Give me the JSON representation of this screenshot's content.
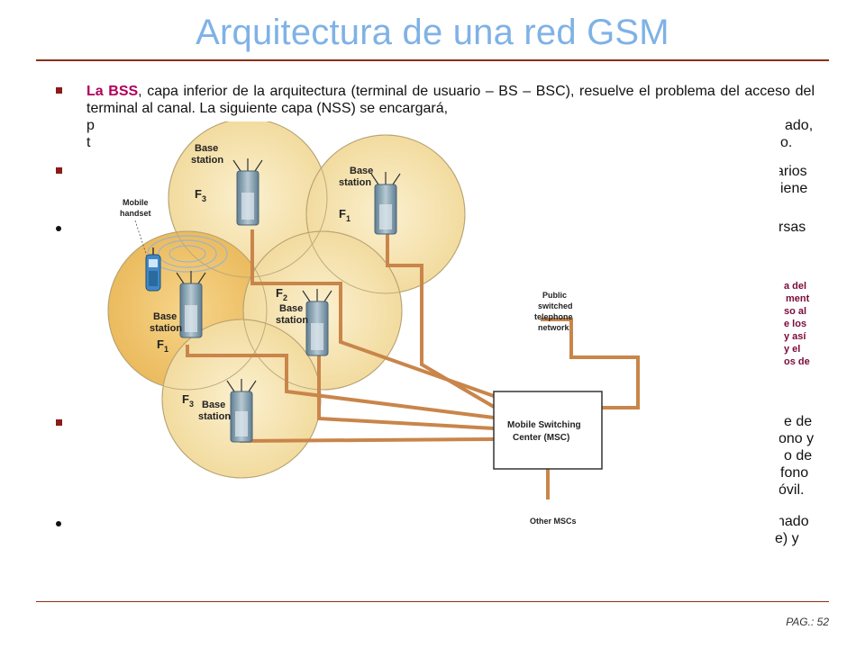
{
  "slide": {
    "title": "Arquitectura de una red GSM",
    "page_label": "PAG.: 52"
  },
  "paragraphs": {
    "bss_prefix": "La BSS",
    "bss_text": ", capa inferior de la arquitectura (terminal de usuario – BS – BSC), resuelve el problema del acceso del terminal al canal. La siguiente capa (NSS) se encargará,",
    "line3_tail": "ado,",
    "line4_tail": "o.",
    "p2_l1_tail": "arios",
    "p2_l2_tail": "iene",
    "p3_l1_tail": "rsas",
    "p4_l1_tail": "e de",
    "p4_l2_tail": "ono y",
    "p4_l3_tail": "o de",
    "p4_l4_tail": "fono",
    "p4_l5_tail": "óvil.",
    "p5_l1_tail": "nado",
    "p5_l2_tail": "e) y",
    "side_note": [
      "a del",
      "ment",
      "so al",
      "e los",
      "y así",
      "y el",
      "os de"
    ]
  },
  "diagram": {
    "cells": [
      {
        "label_l1": "Base",
        "label_l2": "station",
        "freq": "F",
        "sub": "3"
      },
      {
        "label_l1": "Base",
        "label_l2": "station",
        "freq": "F",
        "sub": "1"
      },
      {
        "label_l1": "Base",
        "label_l2": "station",
        "freq": "F",
        "sub": "1"
      },
      {
        "label_l1": "Base",
        "label_l2": "station",
        "freq": "F",
        "sub": "2"
      },
      {
        "label_l1": "Base",
        "label_l2": "station",
        "freq": "F",
        "sub": "3"
      }
    ],
    "mobile_handset_l1": "Mobile",
    "mobile_handset_l2": "handset",
    "pstn_l1": "Public",
    "pstn_l2": "switched",
    "pstn_l3": "telephone",
    "pstn_l4": "network",
    "msc_l1": "Mobile Switching",
    "msc_l2": "Center (MSC)",
    "other_mscs": "Other MSCs"
  },
  "colors": {
    "title": "#7fb2e6",
    "rule": "#8b2f1a",
    "highlight": "#b0005a",
    "cell_fill": "#f6e3b4",
    "active_cell_fill": "#f0c873",
    "link": "#c9854a"
  }
}
